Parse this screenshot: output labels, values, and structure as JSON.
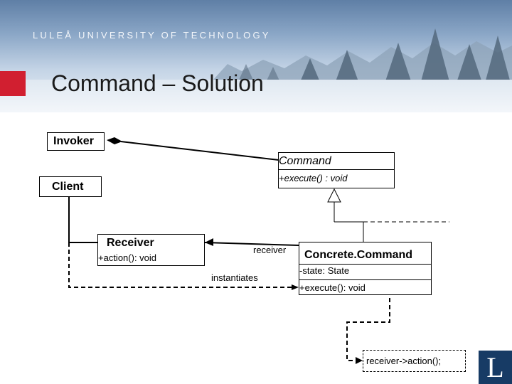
{
  "header": {
    "university": "LULEÅ UNIVERSITY OF TECHNOLOGY",
    "title": "Command – Solution"
  },
  "diagram": {
    "invoker": "Invoker",
    "client": "Client",
    "command": {
      "name": "Command",
      "method": "+execute() : void"
    },
    "receiver": {
      "name": "Receiver",
      "method": "+action(): void"
    },
    "concrete_command": {
      "name": "Concrete.Command",
      "attribute": "-state: State",
      "method": "+execute(): void"
    },
    "labels": {
      "receiver_role": "receiver",
      "instantiates": "instantiates"
    },
    "note": "receiver->action();"
  },
  "logo": {
    "letter": "L"
  },
  "colors": {
    "accent": "#d11f30",
    "logo_bg": "#173b65"
  }
}
